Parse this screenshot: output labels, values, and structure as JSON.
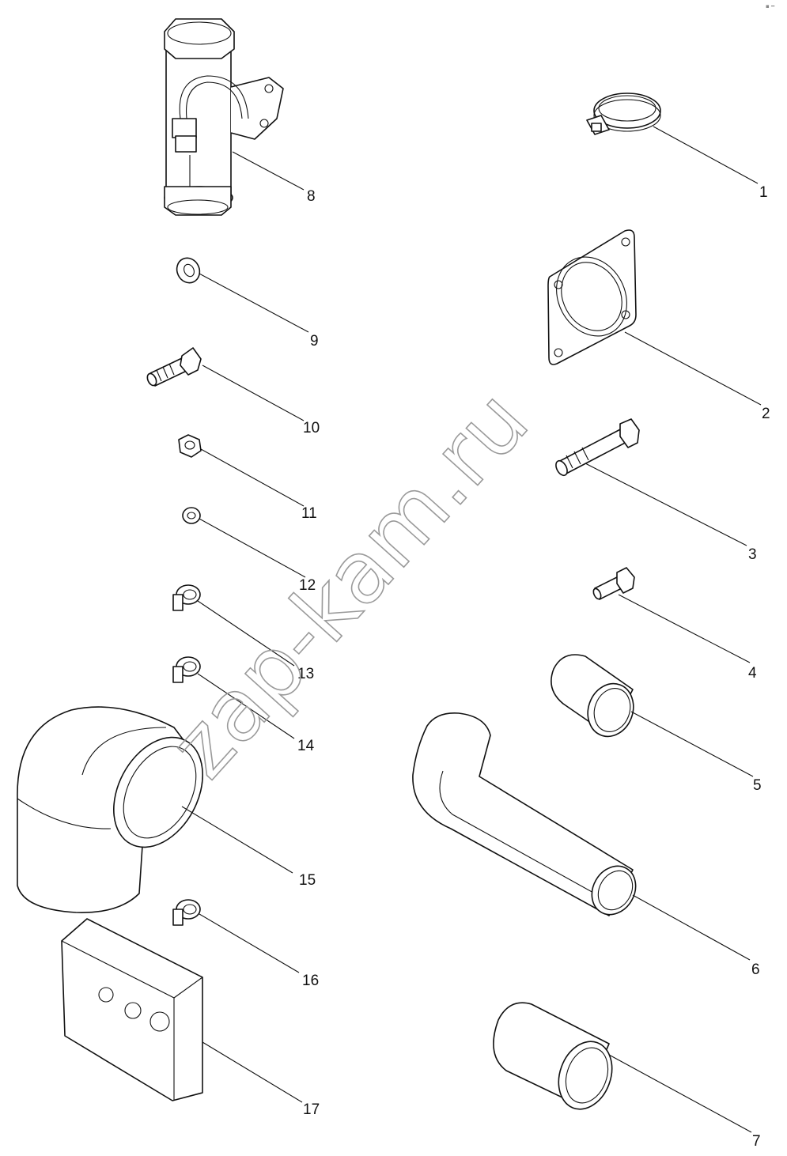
{
  "watermark": "zap-kam.ru",
  "corner_mark": "▪ ━",
  "callouts": [
    "1",
    "2",
    "3",
    "4",
    "5",
    "6",
    "7",
    "8",
    "9",
    "10",
    "11",
    "12",
    "13",
    "14",
    "15",
    "16",
    "17"
  ]
}
